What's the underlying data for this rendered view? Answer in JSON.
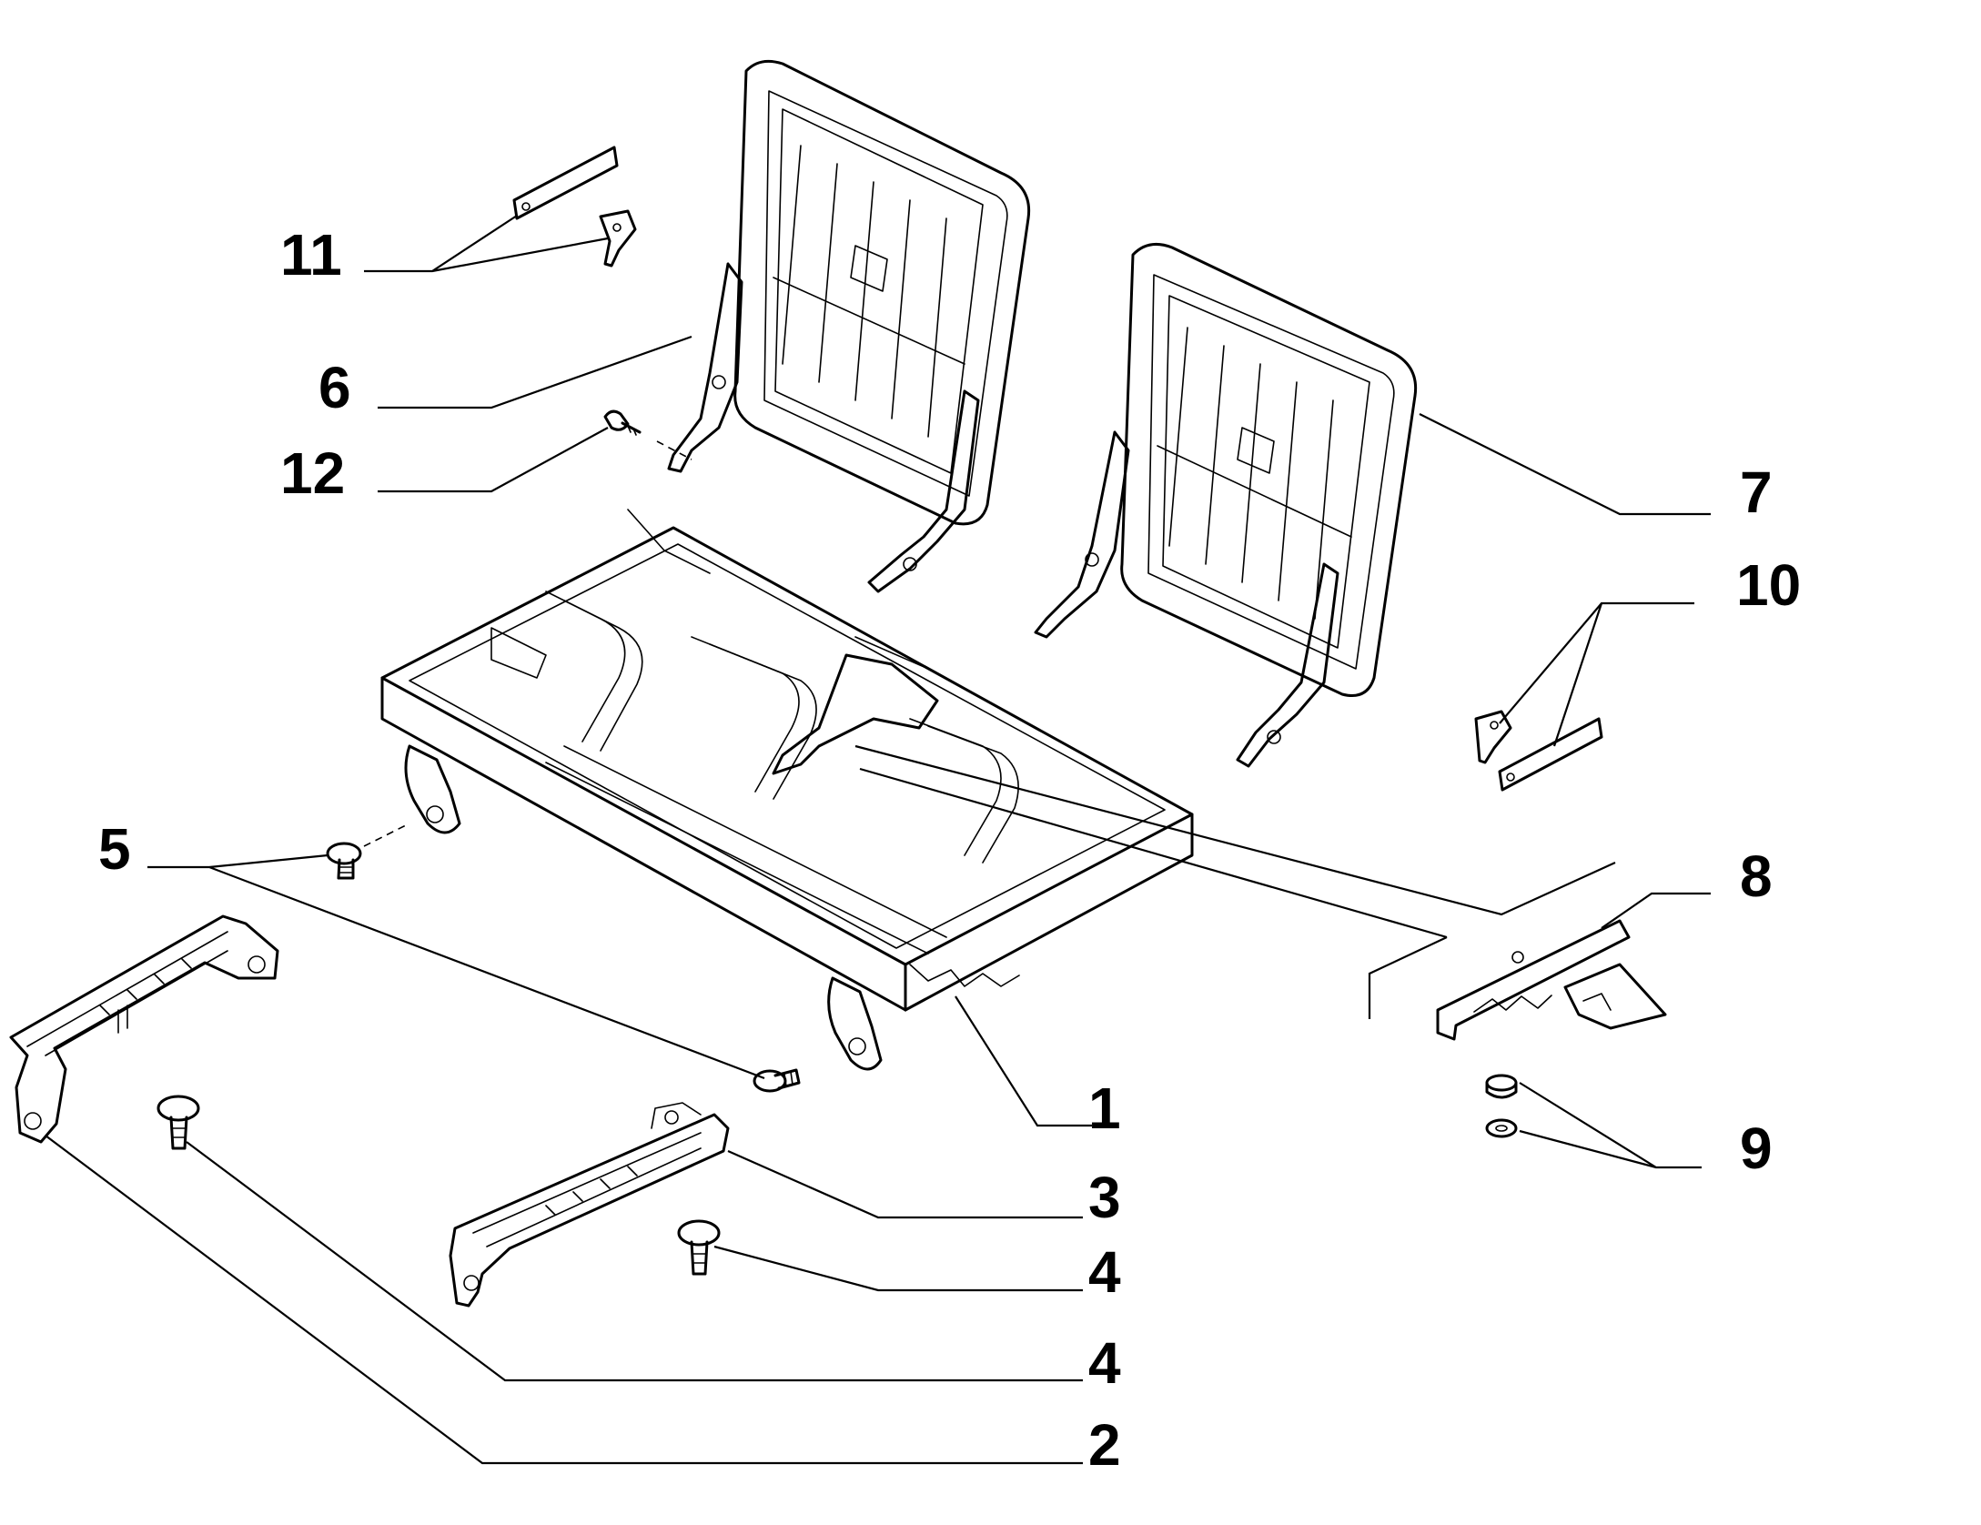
{
  "diagram": {
    "callouts": [
      {
        "id": "c11",
        "label": "11"
      },
      {
        "id": "c6",
        "label": "6"
      },
      {
        "id": "c12",
        "label": "12"
      },
      {
        "id": "c7",
        "label": "7"
      },
      {
        "id": "c10",
        "label": "10"
      },
      {
        "id": "c5",
        "label": "5"
      },
      {
        "id": "c8",
        "label": "8"
      },
      {
        "id": "c1",
        "label": "1"
      },
      {
        "id": "c9",
        "label": "9"
      },
      {
        "id": "c3",
        "label": "3"
      },
      {
        "id": "c4a",
        "label": "4"
      },
      {
        "id": "c4b",
        "label": "4"
      },
      {
        "id": "c2",
        "label": "2"
      }
    ]
  }
}
